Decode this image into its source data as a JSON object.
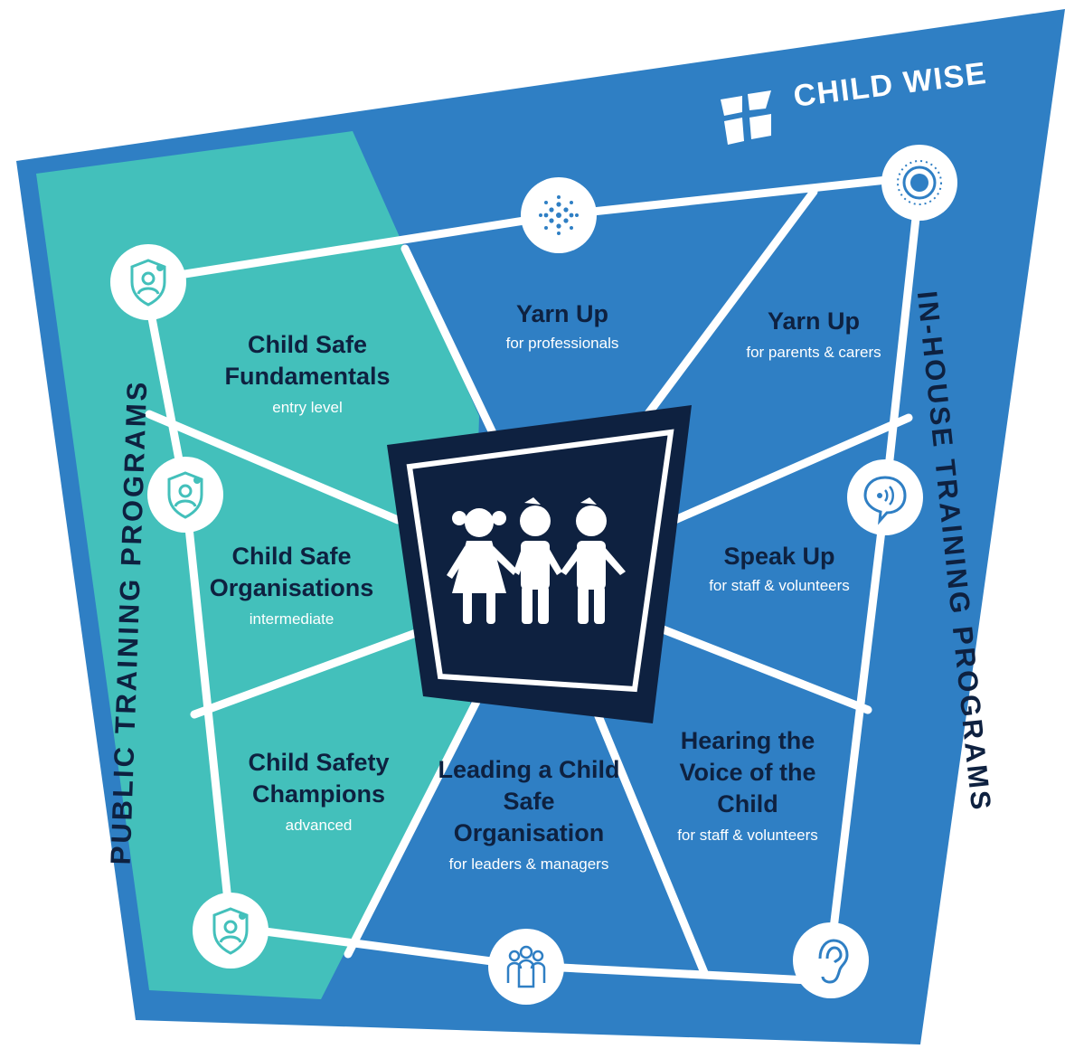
{
  "brand": {
    "name": "CHILD WISE"
  },
  "side_labels": {
    "public": "PUBLIC TRAINING PROGRAMS",
    "inhouse": "IN-HOUSE TRAINING PROGRAMS"
  },
  "programs": [
    {
      "title": "Child Safe Fundamentals",
      "subtitle": "entry level"
    },
    {
      "title": "Child Safe Organisations",
      "subtitle": "intermediate"
    },
    {
      "title": "Child Safety Champions",
      "subtitle": "advanced"
    },
    {
      "title": "Yarn Up",
      "subtitle": "for professionals"
    },
    {
      "title": "Yarn Up",
      "subtitle": "for parents & carers"
    },
    {
      "title": "Speak Up",
      "subtitle": "for staff & volunteers"
    },
    {
      "title": "Hearing the Voice of the Child",
      "subtitle": "for staff & volunteers"
    },
    {
      "title": "Leading a Child Safe Organisation",
      "subtitle": "for leaders & managers"
    }
  ],
  "colors": {
    "outer_blue": "#2f7fc4",
    "panel_blue": "#3488cf",
    "teal": "#43c0bb",
    "navy": "#0e2140",
    "white": "#ffffff"
  },
  "icons": [
    "shield-person-1-icon",
    "shield-person-2-icon",
    "shield-person-3-icon",
    "dot-circle-icon",
    "target-icon",
    "speech-bubble-icon",
    "ear-icon",
    "group-icon",
    "children-holding-hands-icon",
    "child-wise-logo-icon"
  ]
}
